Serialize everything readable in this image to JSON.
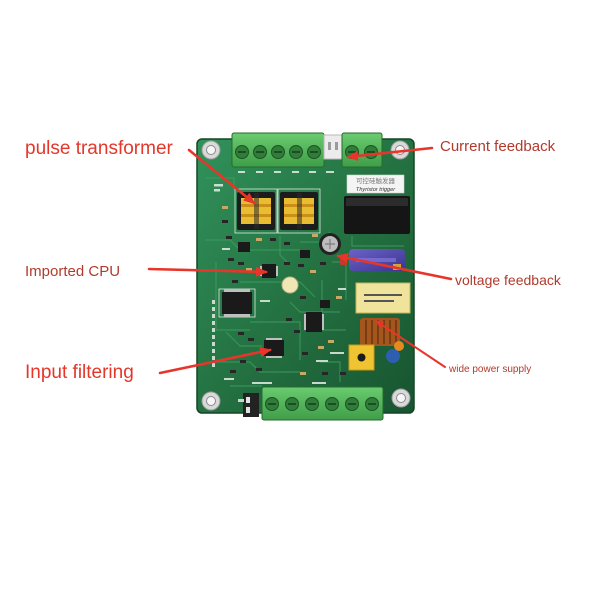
{
  "callouts": {
    "pulse_transformer": "pulse transformer",
    "current_feedback": "Current feedback",
    "imported_cpu": "Imported CPU",
    "voltage_feedback": "voltage feedback",
    "input_filtering": "Input filtering",
    "wide_power_supply": "wide power supply"
  },
  "board_label": {
    "line1": "可控硅触发器",
    "line2": "Thyristor trigger"
  },
  "colors": {
    "background": "#ffffff",
    "callout_red": "#e4372a",
    "callout_dark_red": "#b23a2c",
    "arrow_red": "#e8352b",
    "pcb_green": "#236f40",
    "terminal_green": "#3f9e48"
  }
}
